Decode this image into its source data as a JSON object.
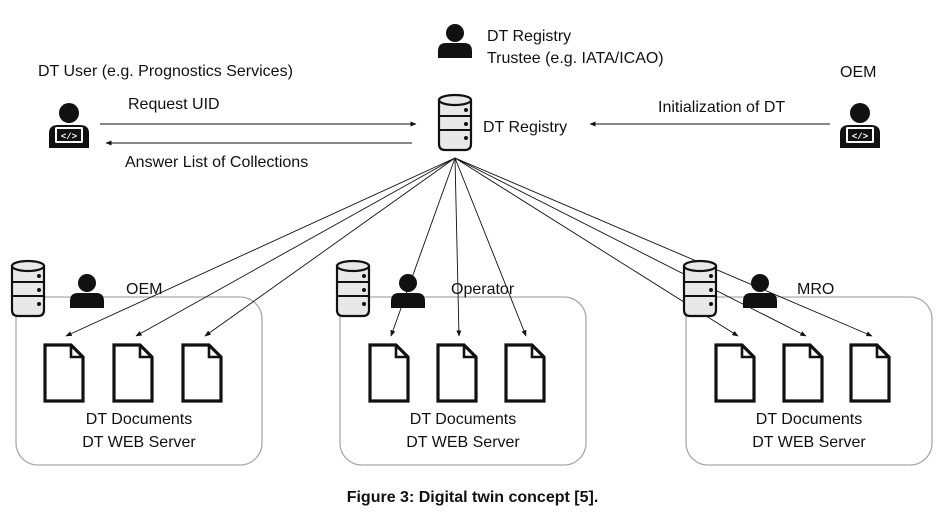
{
  "registry": {
    "trustee_line1": "DT Registry",
    "trustee_line2": "Trustee (e.g. IATA/ICAO)",
    "label": "DT Registry"
  },
  "user": {
    "label": "DT User (e.g. Prognostics Services)",
    "request": "Request UID",
    "answer": "Answer List of Collections"
  },
  "oem_top": {
    "label": "OEM",
    "init": "Initialization of DT"
  },
  "servers": [
    {
      "label": "OEM",
      "docs_line1": "DT Documents",
      "docs_line2": "DT WEB Server"
    },
    {
      "label": "Operator",
      "docs_line1": "DT Documents",
      "docs_line2": "DT WEB Server"
    },
    {
      "label": "MRO",
      "docs_line1": "DT Documents",
      "docs_line2": "DT WEB Server"
    }
  ],
  "caption": "Figure 3: Digital twin concept [5]."
}
